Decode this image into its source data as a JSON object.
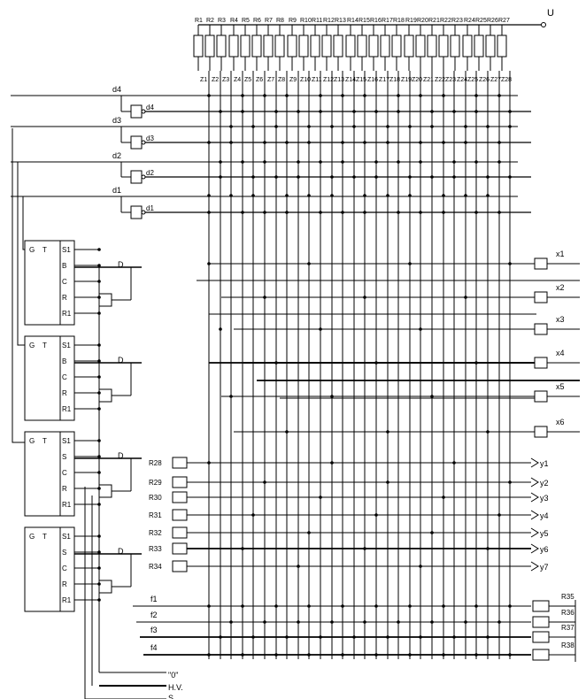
{
  "supply_label": "U",
  "resistors": [
    "R1",
    "R2",
    "R3",
    "R4",
    "R5",
    "R6",
    "R7",
    "R8",
    "R9",
    "R10",
    "R11",
    "R12",
    "R13",
    "R14",
    "R15",
    "R16",
    "R17",
    "R18",
    "R19",
    "R20",
    "R21",
    "R22",
    "R23",
    "R24",
    "R25",
    "R26",
    "R27"
  ],
  "columns": [
    "Z1",
    "Z2",
    "Z3",
    "Z4",
    "Z5",
    "Z6",
    "Z7",
    "Z8",
    "Z9",
    "Z10",
    "Z11",
    "Z12",
    "Z13",
    "Z14",
    "Z15",
    "Z16",
    "Z17",
    "Z18",
    "Z19",
    "Z20",
    "Z21",
    "Z22",
    "Z23",
    "Z24",
    "Z25",
    "Z26",
    "Z27",
    "Z28"
  ],
  "address_inputs": [
    "d4",
    "d3",
    "d2",
    "d1"
  ],
  "inverted_outputs": [
    "d4",
    "d3",
    "d2",
    "d1"
  ],
  "flipflops": [
    {
      "pins_left": [
        "G",
        "T"
      ],
      "pins_right": [
        "S1",
        "B",
        "C",
        "R",
        "R1"
      ],
      "gate_label": "D"
    },
    {
      "pins_left": [
        "G",
        "T"
      ],
      "pins_right": [
        "S1",
        "B",
        "C",
        "R",
        "R1"
      ],
      "gate_label": "D"
    },
    {
      "pins_left": [
        "G",
        "T"
      ],
      "pins_right": [
        "S1",
        "S",
        "C",
        "R",
        "R1"
      ],
      "gate_label": "D"
    },
    {
      "pins_left": [
        "G",
        "T"
      ],
      "pins_right": [
        "S1",
        "S",
        "C",
        "R",
        "R1"
      ],
      "gate_label": "D"
    }
  ],
  "x_outputs": [
    "x1",
    "x2",
    "x3",
    "x4",
    "x5",
    "x6"
  ],
  "y_inputs_left": [
    "R28",
    "R29",
    "R30",
    "R31",
    "R32",
    "R33",
    "R34"
  ],
  "y_outputs": [
    "y1",
    "y2",
    "y3",
    "y4",
    "y5",
    "y6",
    "y7"
  ],
  "f_lines": [
    "f1",
    "f2",
    "f3",
    "f4"
  ],
  "f_resistors": [
    "R35",
    "R36",
    "R37",
    "R38"
  ],
  "bottom_lines": [
    "\"0\"",
    "H.V.",
    "S"
  ]
}
